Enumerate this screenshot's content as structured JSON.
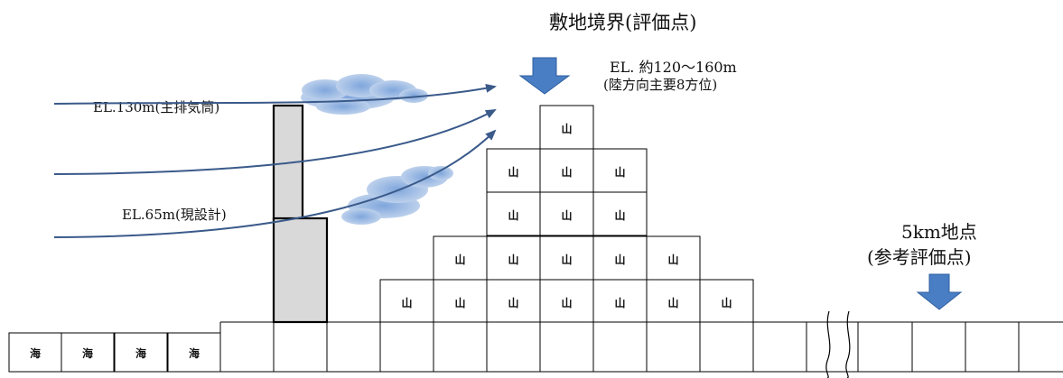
{
  "labels": {
    "boundary_title": "敷地境界(評価点)",
    "el_range_line1": "EL. 約120〜160m",
    "el_range_line2": "(陸方向主要8方位)",
    "stack_main": "EL.130m(主排気筒)",
    "stack_design": "EL.65m(現設計)",
    "point_5km_line1": "5km地点",
    "point_5km_line2": "(参考評価点)"
  },
  "cells": {
    "sea": "海",
    "mountain": "山"
  },
  "colors": {
    "arrow_blue": "#4a7ec4",
    "stack_fill": "#d9d9d9",
    "flow_line": "#3a5a8a"
  }
}
